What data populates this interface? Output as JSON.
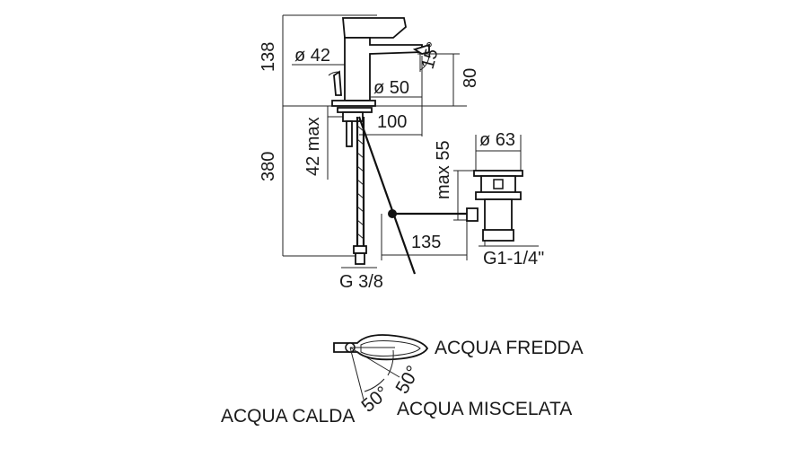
{
  "dimensions": {
    "total_height": "138",
    "base_diameter": "ø 42",
    "spout_angle": "15°",
    "body_diameter": "ø 50",
    "spout_height": "80",
    "spout_reach": "100",
    "mount_thickness": "42 max",
    "below_deck_length": "380",
    "waste_length": "max 55",
    "waste_diameter": "ø 63",
    "rod_length": "135",
    "waste_thread": "G1-1/4\"",
    "supply_thread": "G 3/8"
  },
  "lever_diagram": {
    "cold_label": "ACQUA FREDDA",
    "hot_label": "ACQUA CALDA",
    "mixed_label": "ACQUA MISCELATA",
    "angle_left": "50°",
    "angle_right": "50°"
  }
}
